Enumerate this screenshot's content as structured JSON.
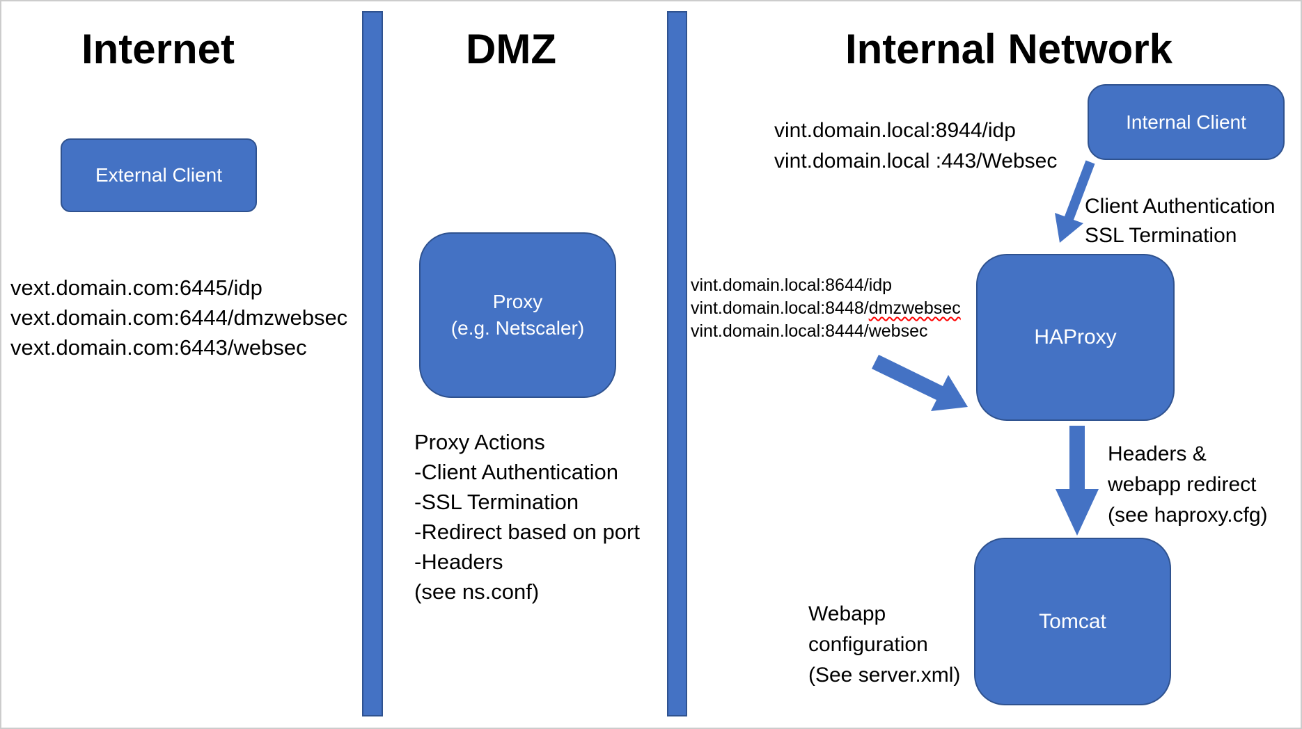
{
  "zones": [
    {
      "title": "Internet"
    },
    {
      "title": "DMZ"
    },
    {
      "title": "Internal Network"
    }
  ],
  "nodes": {
    "external_client": {
      "label": "External Client"
    },
    "proxy": {
      "line1": "Proxy",
      "line2": "(e.g. Netscaler)"
    },
    "internal_client": {
      "label": "Internal Client"
    },
    "haproxy": {
      "label": "HAProxy"
    },
    "tomcat": {
      "label": "Tomcat"
    }
  },
  "annotations": {
    "vext_endpoints": {
      "lines": [
        "vext.domain.com:6445/idp",
        "vext.domain.com:6444/dmzwebsec",
        "vext.domain.com:6443/websec"
      ]
    },
    "proxy_actions": {
      "lines": [
        "Proxy Actions",
        "-Client Authentication",
        "-SSL Termination",
        "-Redirect based on port",
        "-Headers",
        "(see ns.conf)"
      ]
    },
    "vint_internal_client_endpoints": {
      "lines": [
        "vint.domain.local:8944/idp",
        "vint.domain.local :443/Websec"
      ]
    },
    "internal_client_arrow": {
      "lines": [
        "Client Authentication",
        "SSL Termination"
      ]
    },
    "vint_haproxy_endpoints": {
      "line1": "vint.domain.local:8644/idp",
      "line2_prefix": "vint.domain.local:8448/",
      "line2_misspelled": "dmzwebsec",
      "line3": "vint.domain.local:8444/websec"
    },
    "haproxy_tomcat_arrow": {
      "lines": [
        "Headers &",
        "webapp redirect",
        "(see haproxy.cfg)"
      ]
    },
    "tomcat_config": {
      "lines": [
        "Webapp",
        "configuration",
        "(See server.xml)"
      ]
    }
  },
  "colors": {
    "node_fill": "#4472C4",
    "node_border": "#2F528F",
    "divider_fill": "#4472C4",
    "divider_border": "#2F528F",
    "arrow": "#4472C4",
    "node_text": "#FFFFFF",
    "body_text": "#000000",
    "spellcheck_underline": "#FF0000",
    "canvas_border": "#CCCCCC"
  }
}
